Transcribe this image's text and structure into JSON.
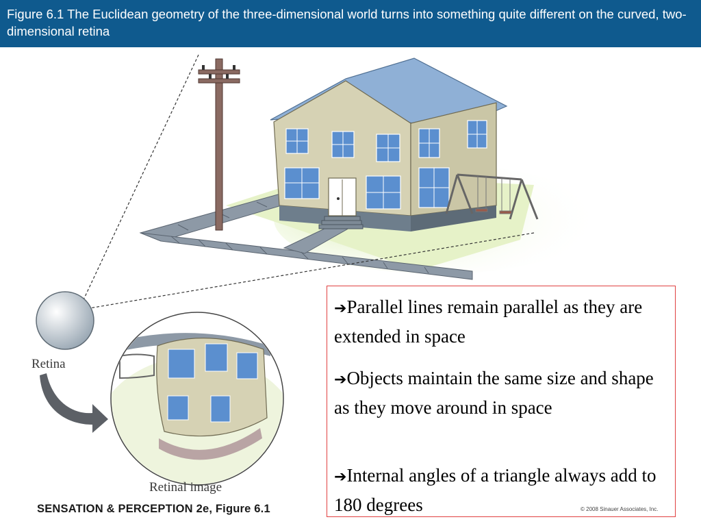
{
  "header": {
    "title": "Figure 6.1  The Euclidean geometry of the three-dimensional world turns into something quite different on the curved, two-dimensional retina",
    "background_color": "#0f5a8e"
  },
  "labels": {
    "retina": "Retina",
    "retinal_image": "Retinal image"
  },
  "bullets": [
    {
      "arrow": "➔",
      "text": "Parallel lines remain parallel as they are extended in space"
    },
    {
      "arrow": "➔",
      "text": "Objects maintain the same size and shape as they move around in space"
    },
    {
      "arrow": "➔",
      "text": "Internal angles of a triangle always add to 180 degrees"
    }
  ],
  "footer": {
    "caption": "SENSATION & PERCEPTION 2e, Figure 6.1",
    "copyright": "© 2008 Sinauer Associates, Inc."
  },
  "colors": {
    "box_border": "#e04040",
    "roof": "#8fb0d6",
    "wall": "#d6d2b4",
    "foundation": "#6e7e8c",
    "window": "#5b8fcf"
  }
}
